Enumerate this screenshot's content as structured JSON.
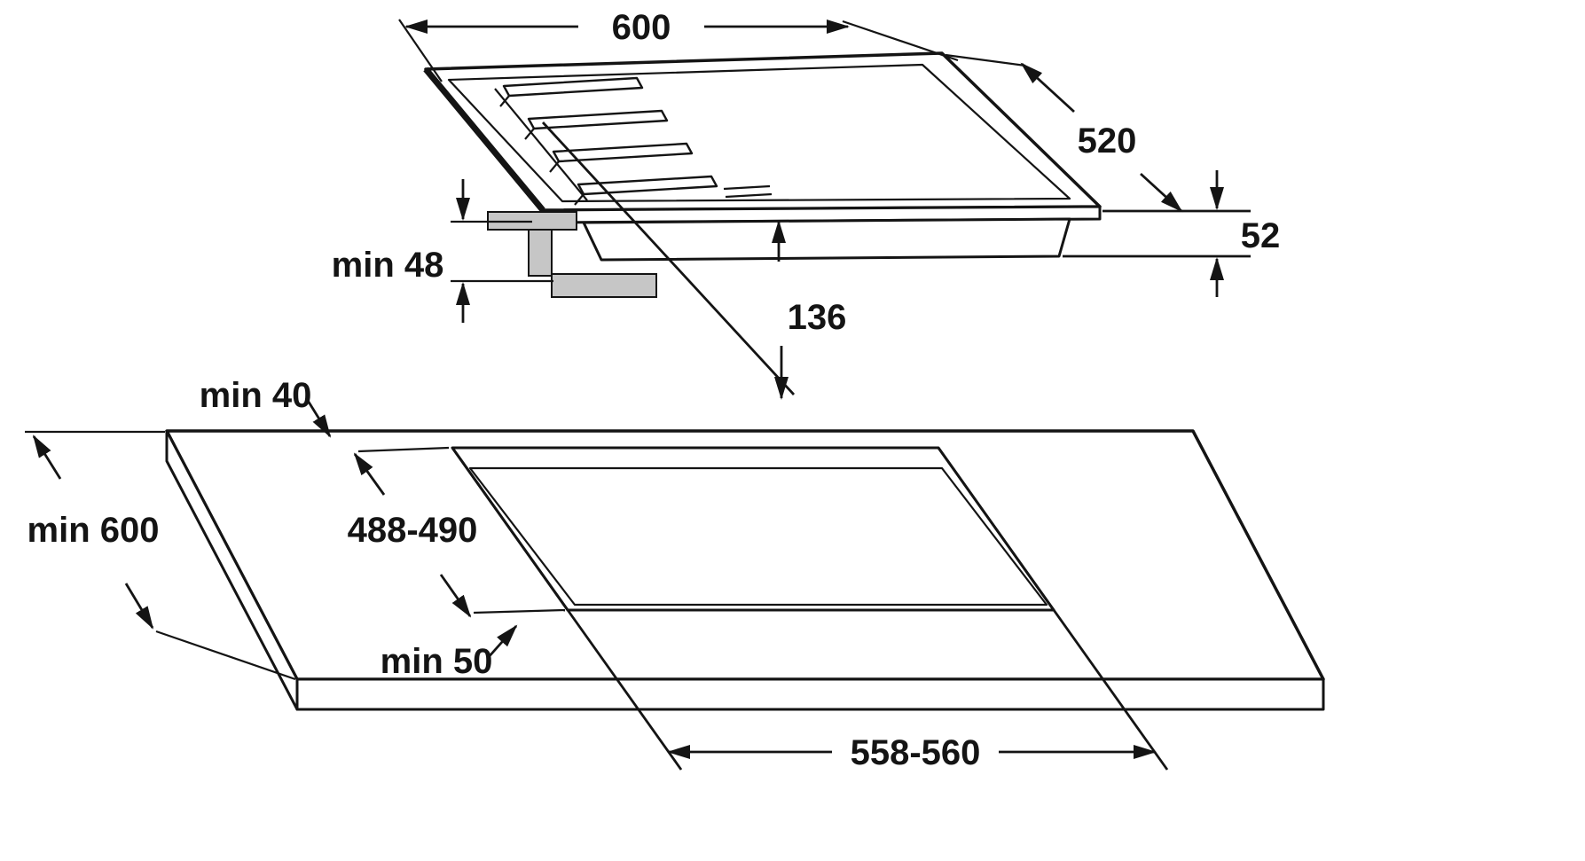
{
  "diagram": {
    "kind": "hob-installation-dimension-drawing",
    "dimensions": {
      "hob_width": "600",
      "hob_depth": "520",
      "hob_height": "52",
      "hob_underside_depth": "136",
      "bracket_clearance": "min 48",
      "rear_clearance": "min 40",
      "worktop_depth_min": "min 600",
      "cutout_depth": "488-490",
      "front_clearance": "min 50",
      "cutout_width": "558-560"
    },
    "colors": {
      "line": "#141414",
      "bracket_fill": "#c6c6c6",
      "background": "#ffffff"
    }
  }
}
